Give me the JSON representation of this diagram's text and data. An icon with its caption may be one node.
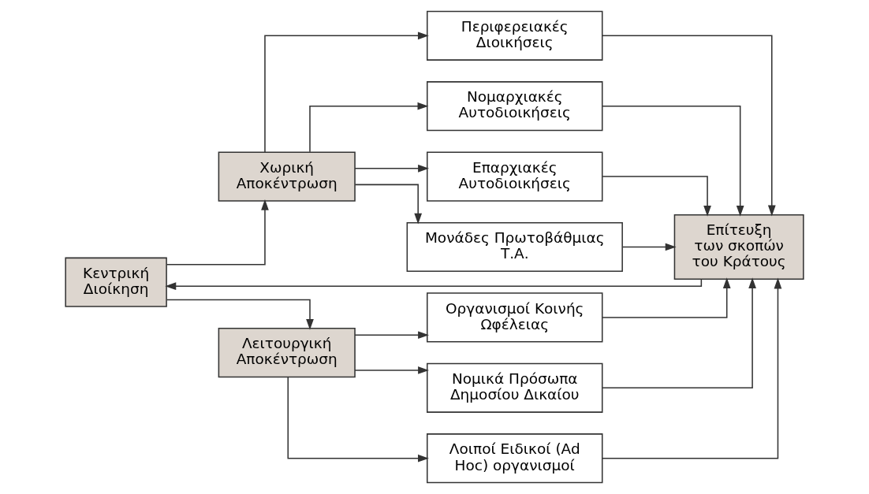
{
  "diagram": {
    "nodes": [
      {
        "text": [
          "Κεντρική Διοίκηση"
        ]
      },
      {
        "text": [
          "Χωρική Αποκέντρωση"
        ]
      },
      {
        "text": [
          "Λειτουργική Αποκέντρωση"
        ]
      },
      {
        "text": [
          "Περιφερειακές Διοικήσεις"
        ]
      },
      {
        "text": [
          "Νομαρχιακές Αυτοδιοικήσεις"
        ]
      },
      {
        "text": [
          "Επαρχιακές Αυτοδιοικήσεις"
        ]
      },
      {
        "text": [
          "Μονάδες Πρωτοβάθμιας Τ.Α."
        ]
      },
      {
        "text": [
          "Οργανισμοί Κοινής Ωφέλειας"
        ]
      },
      {
        "text": [
          "Νομικά Πρόσωπα Δημοσίου Δικαίου"
        ]
      },
      {
        "text": [
          "Λοιποί Ειδικοί (Ad Hoc) οργανισμοί"
        ]
      },
      {
        "text": [
          "Επίτευξη των σκοπών του Κράτους"
        ]
      }
    ],
    "edges": [
      {
        "from": 0,
        "to": 1,
        "arrow": "to"
      },
      {
        "from": 0,
        "to": 2,
        "arrow": "to"
      },
      {
        "from": 1,
        "to": 3,
        "arrow": "to"
      },
      {
        "from": 1,
        "to": 4,
        "arrow": "to"
      },
      {
        "from": 1,
        "to": 5,
        "arrow": "to"
      },
      {
        "from": 1,
        "to": 6,
        "arrow": "to"
      },
      {
        "from": 2,
        "to": 7,
        "arrow": "to"
      },
      {
        "from": 2,
        "to": 8,
        "arrow": "to"
      },
      {
        "from": 2,
        "to": 9,
        "arrow": "to"
      },
      {
        "from": 3,
        "to": 10,
        "arrow": "to"
      },
      {
        "from": 4,
        "to": 10,
        "arrow": "to"
      },
      {
        "from": 5,
        "to": 10,
        "arrow": "to"
      },
      {
        "from": 6,
        "to": 10,
        "arrow": "to"
      },
      {
        "from": 7,
        "to": 10,
        "arrow": "to"
      },
      {
        "from": 8,
        "to": 10,
        "arrow": "to"
      },
      {
        "from": 9,
        "to": 10,
        "arrow": "to"
      },
      {
        "from": 10,
        "to": 0,
        "arrow": "to"
      }
    ]
  }
}
